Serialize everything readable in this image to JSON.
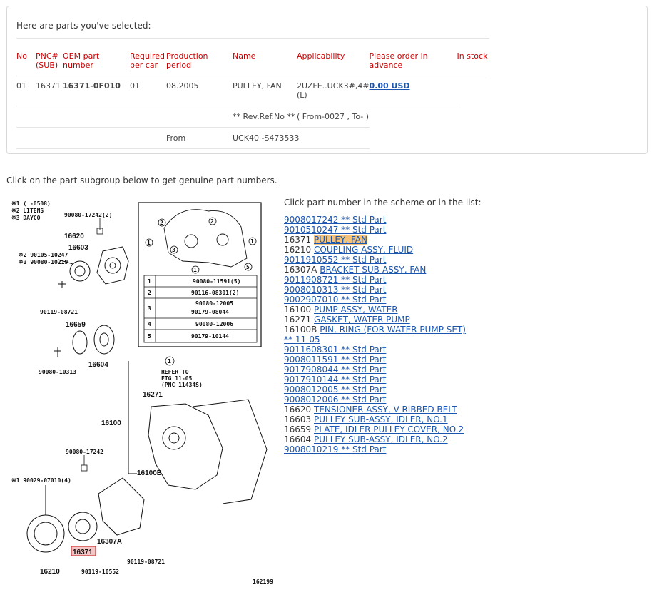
{
  "selected": {
    "title": "Here are parts you've selected:",
    "headers": [
      "No",
      "PNC#\n(SUB)",
      "OEM part number",
      "Required\nper car",
      "Production period",
      "Name",
      "Applicability",
      "Please order in advance",
      "In stock"
    ],
    "row": {
      "no": "01",
      "pnc": "16371",
      "oem": "16371-0F010",
      "required": "01",
      "period": "08.2005",
      "name": "PULLEY, FAN",
      "applicability": "2UZFE..UCK3#,4#\n(L)",
      "price": "0.00 USD"
    },
    "rev": {
      "label": "** Rev.Ref.No **",
      "value": "( From-0027 , To- )"
    },
    "from": {
      "label": "From",
      "value": "UCK40 -S473533"
    }
  },
  "intro": "Click on the part subgroup below to get genuine part numbers.",
  "list_title": "Click part number in the scheme or in the list:",
  "parts_list": [
    {
      "pnc": "",
      "link": "9008017242 ** Std Part"
    },
    {
      "pnc": "",
      "link": "9010510247 ** Std Part"
    },
    {
      "pnc": "16371",
      "link": "PULLEY, FAN",
      "highlight": true
    },
    {
      "pnc": "16210",
      "link": "COUPLING ASSY, FLUID"
    },
    {
      "pnc": "",
      "link": "9011910552 ** Std Part"
    },
    {
      "pnc": "16307A",
      "link": "BRACKET SUB-ASSY, FAN"
    },
    {
      "pnc": "",
      "link": "9011908721 ** Std Part"
    },
    {
      "pnc": "",
      "link": "9008010313 ** Std Part"
    },
    {
      "pnc": "",
      "link": "9002907010 ** Std Part"
    },
    {
      "pnc": "16100",
      "link": "PUMP ASSY, WATER"
    },
    {
      "pnc": "16271",
      "link": "GASKET, WATER PUMP"
    },
    {
      "pnc": "16100B",
      "link": "PIN, RING (FOR WATER PUMP SET)"
    },
    {
      "pnc": "",
      "link": "** 11-05"
    },
    {
      "pnc": "",
      "link": "9011608301 ** Std Part"
    },
    {
      "pnc": "",
      "link": "9008011591 ** Std Part"
    },
    {
      "pnc": "",
      "link": "9017908044 ** Std Part"
    },
    {
      "pnc": "",
      "link": "9017910144 ** Std Part"
    },
    {
      "pnc": "",
      "link": "9008012005 ** Std Part"
    },
    {
      "pnc": "",
      "link": "9008012006 ** Std Part"
    },
    {
      "pnc": "16620",
      "link": "TENSIONER ASSY, V-RIBBED BELT"
    },
    {
      "pnc": "16603",
      "link": "PULLEY SUB-ASSY, IDLER, NO.1"
    },
    {
      "pnc": "16659",
      "link": "PLATE, IDLER PULLEY COVER, NO.2"
    },
    {
      "pnc": "16604",
      "link": "PULLEY SUB-ASSY, IDLER, NO.2"
    },
    {
      "pnc": "",
      "link": "9008010219 ** Std Part"
    }
  ],
  "diagram": {
    "notes": [
      "※1 (    -0508)",
      "※2 LITENS",
      "※3 DAYCO"
    ],
    "labels": {
      "p90080_17242_2": "90080-17242(2)",
      "p16620": "16620",
      "p16603": "16603",
      "p90105_10247": "※2 90105-10247",
      "p90080_10219": "※3 90080-10219",
      "p90119_08721a": "90119-08721",
      "p16659": "16659",
      "p16604": "16604",
      "p90080_10313": "90080-10313",
      "p16271": "16271",
      "p16100": "16100",
      "p16100b": "16100B",
      "p90080_17242": "90080-17242",
      "p90029_07010": "※1 90029-07010(4)",
      "p16307a": "16307A",
      "p16371": "16371",
      "p16210": "16210",
      "p90119_10552": "90119-10552",
      "p90119_08721b": "90119-08721",
      "refer": [
        "REFER TO",
        "FIG 11-05",
        "(PNC 11434S)"
      ],
      "code": "162199"
    },
    "legend": [
      {
        "num": "1",
        "parts": [
          "90080-11591(5)"
        ]
      },
      {
        "num": "2",
        "parts": [
          "90116-08301(2)"
        ]
      },
      {
        "num": "3",
        "parts": [
          "90080-12005",
          "90179-08044"
        ]
      },
      {
        "num": "4",
        "parts": [
          "90080-12006"
        ]
      },
      {
        "num": "5",
        "parts": [
          "90179-10144"
        ]
      }
    ]
  }
}
